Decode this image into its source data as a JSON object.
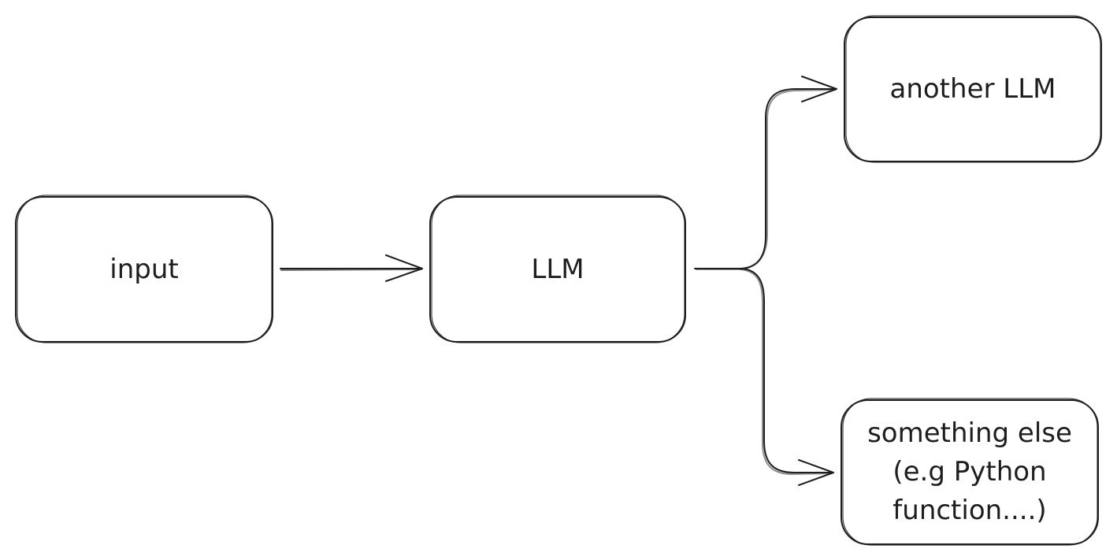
{
  "diagram": {
    "nodes": {
      "input": {
        "label": "input"
      },
      "llm": {
        "label": "LLM"
      },
      "another_llm": {
        "label": "another LLM"
      },
      "something_else": {
        "lines": [
          "something else",
          "(e.g Python",
          "function....)"
        ]
      }
    },
    "edges": [
      {
        "from": "input",
        "to": "llm"
      },
      {
        "from": "llm",
        "to": "another_llm"
      },
      {
        "from": "llm",
        "to": "something_else"
      }
    ],
    "colors": {
      "stroke": "#1e1e1e",
      "background": "#ffffff"
    }
  }
}
